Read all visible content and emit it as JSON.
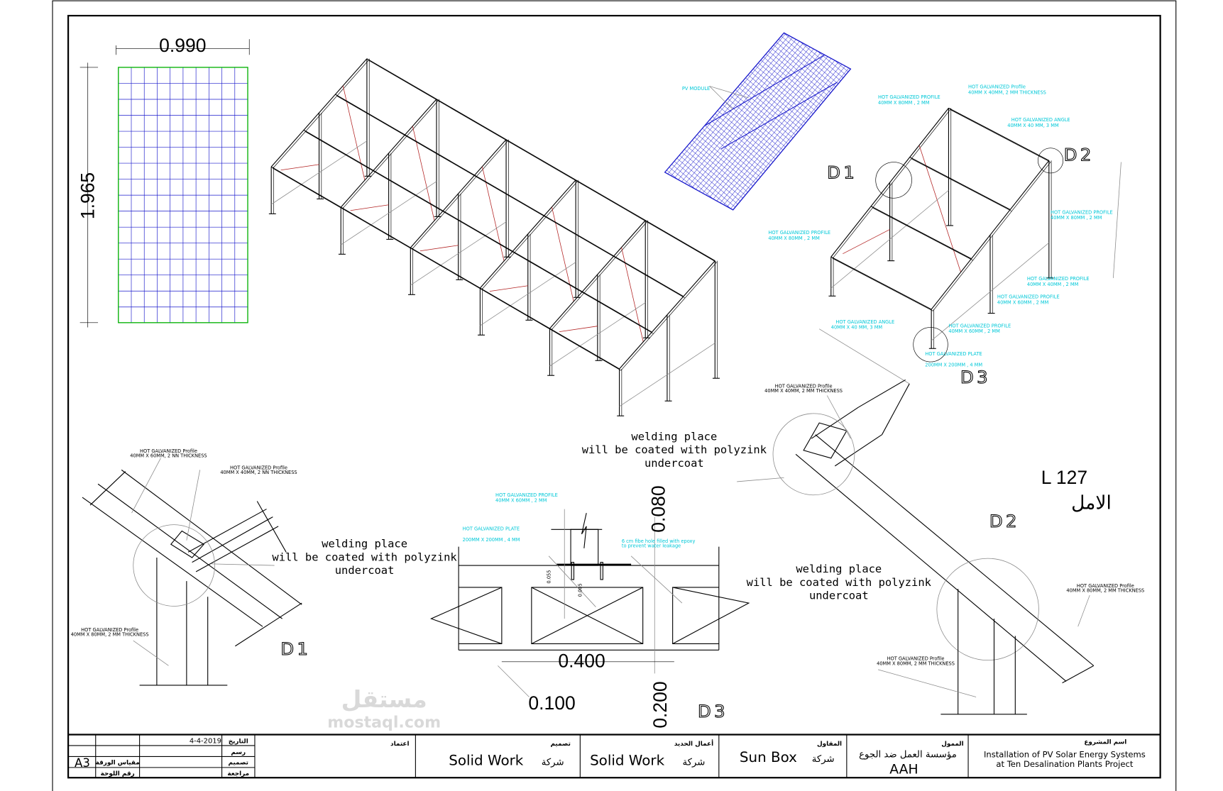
{
  "colors": {
    "frame": "#000000",
    "panel_border": "#00b000",
    "panel_grid": "#1a1acc",
    "annotation": "#00c8d8",
    "brace": "#b22222"
  },
  "panel": {
    "width_dim": "0.990",
    "height_dim": "1.965"
  },
  "pv_module_label": "PV MODULE",
  "iso_labels": [
    {
      "l1": "HOT GALVANIZED PROFILE",
      "l2": "40MM X 80MM , 2 MM"
    },
    {
      "l1": "HOT GALVANIZED Profile",
      "l2": "40MM X 40MM, 2 MM THICKNESS"
    },
    {
      "l1": "HOT GALVANIZED ANGLE",
      "l2": "40MM X 40 MM, 3 MM"
    },
    {
      "l1": "HOT GALVANIZED PROFILE",
      "l2": "40MM X 80MM , 2 MM"
    },
    {
      "l1": "HOT GALVANIZED PROFILE",
      "l2": "40MM X 80MM , 2 MM"
    },
    {
      "l1": "HOT GALVANIZED PROFILE",
      "l2": "40MM X 40MM , 2 MM"
    },
    {
      "l1": "HOT GALVANIZED PROFILE",
      "l2": "40MM X 60MM , 2 MM"
    },
    {
      "l1": "HOT GALVANIZED ANGLE",
      "l2": "40MM X 40 MM, 3 MM"
    },
    {
      "l1": "HOT GALVANIZED PROFILE",
      "l2": "40MM X 60MM , 2 MM"
    },
    {
      "l1": "HOT GALVANIZED PLATE",
      "l2": "200MM X 200MM , 4 MM"
    }
  ],
  "detail_names": {
    "d1": "D1",
    "d2": "D2",
    "d3": "D3"
  },
  "welding_note": {
    "l1": "welding place",
    "l2": "will be coated with polyzink",
    "l3": "undercoat"
  },
  "d1_labels": [
    {
      "l1": "HOT GALVANIZED Profile",
      "l2": "40MM X 60MM, 2 NN THICKNESS"
    },
    {
      "l1": "HOT GALVANIZED Profile",
      "l2": "40MM X 40MM, 2 NN THICKNESS"
    },
    {
      "l1": "HOT GALVANIZED Profile",
      "l2": "40MM X 80MM, 2 MM THICKNESS"
    }
  ],
  "d2_labels": [
    {
      "l1": "HOT GALVANIZED Profile",
      "l2": "40MM X 40MM, 2 MM THICKNESS"
    },
    {
      "l1": "HOT GALVANIZED Profile",
      "l2": "40MM X 80MM, 2 MM THICKNESS"
    },
    {
      "l1": "HOT GALVANIZED Profile",
      "l2": "40MM X 80MM, 2 MM THICKNESS"
    }
  ],
  "d3_labels": [
    {
      "l1": "HOT GALVANIZED PROFILE",
      "l2": "40MM X 60MM , 2 MM"
    },
    {
      "l1": "HOT GALVANIZED PLATE",
      "l2": "200MM X 200MM , 4 MM"
    },
    {
      "l1": "6 cm fibe hole filled with epoxy",
      "l2": "to prevent water leakage"
    }
  ],
  "d3_dims": {
    "top": "0.080",
    "width": "0.400",
    "edge": "0.100",
    "depth": "0.200",
    "small1": "0.055",
    "small2": "0.005"
  },
  "ref": {
    "code": "L 127",
    "name": "الامل"
  },
  "watermark": {
    "arabic": "مستقل",
    "latin": "mostaql.com"
  },
  "title_block": {
    "date_label": "التاريخ",
    "date": "4-4-2019",
    "drawn_label": "رسم",
    "design_label": "تصميم",
    "review_label": "مراجعة",
    "paper_size": "A3",
    "paper_scale_label": "مقياس الورقة",
    "sheet_no_label": "رقم اللوحة",
    "approval_label": "اعتماد",
    "designer_label": "تصميم",
    "designer": "Solid Work",
    "designer_prefix": "شركة",
    "steel_label": "أعمال الحديد",
    "steel": "Solid Work",
    "steel_prefix": "شركة",
    "contractor_label": "المقاول",
    "contractor": "Sun Box",
    "contractor_prefix": "شركة",
    "funder_label": "الممول",
    "funder": "مؤسسة العمل ضد الجوع",
    "funder_code": "AAH",
    "project_label": "اسم المشروع",
    "project_l1": "Installation of PV Solar Energy Systems",
    "project_l2": "at Ten Desalination Plants Project"
  }
}
